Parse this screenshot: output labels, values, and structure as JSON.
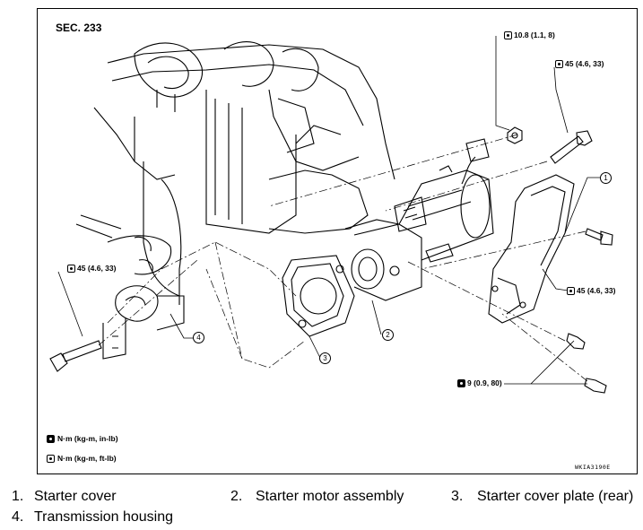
{
  "section": "SEC. 233",
  "torque_specs": {
    "nut_top": "10.8 (1.1, 8)",
    "bolt_top": "45 (4.6, 33)",
    "bolt_left": "45 (4.6, 33)",
    "bolt_right": "45 (4.6, 33)",
    "bolt_bottom": "9 (0.9, 80)"
  },
  "legend": {
    "in_lb": "N·m (kg-m, in-lb)",
    "ft_lb": "N·m (kg-m, ft-lb)"
  },
  "ref_code": "WKIA3190E",
  "callouts": [
    "1",
    "2",
    "3",
    "4"
  ],
  "parts": [
    {
      "num": "1.",
      "label": "Starter cover"
    },
    {
      "num": "2.",
      "label": "Starter motor assembly"
    },
    {
      "num": "3.",
      "label": "Starter cover plate (rear)"
    },
    {
      "num": "4.",
      "label": "Transmission housing"
    }
  ]
}
